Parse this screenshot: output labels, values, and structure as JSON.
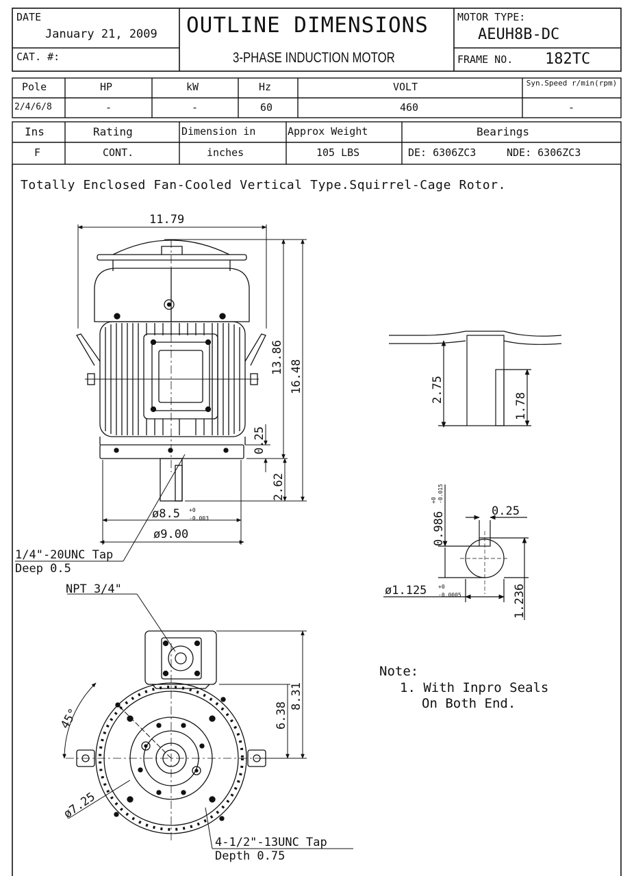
{
  "header": {
    "date_label": "DATE",
    "date_value": "January 21, 2009",
    "cat_label": "CAT. #:",
    "title": "OUTLINE DIMENSIONS",
    "subtitle": "3-PHASE INDUCTION MOTOR",
    "motor_type_label": "MOTOR TYPE:",
    "motor_type_value": "AEUH8B-DC",
    "frame_label": "FRAME NO.",
    "frame_value": "182TC"
  },
  "spec_table_1": {
    "headers": [
      "Pole",
      "HP",
      "kW",
      "Hz",
      "VOLT",
      "Syn.Speed r/min(rpm)"
    ],
    "values": [
      "2/4/6/8",
      "-",
      "-",
      "60",
      "460",
      "-"
    ]
  },
  "spec_table_2": {
    "headers": [
      "Ins",
      "Rating",
      "Dimension in",
      "Approx Weight",
      "Bearings"
    ],
    "values": [
      "F",
      "CONT.",
      "inches",
      "105 LBS",
      "DE: 6306ZC3",
      "NDE: 6306ZC3"
    ]
  },
  "description": "Totally Enclosed Fan-Cooled Vertical Type.Squirrel-Cage Rotor.",
  "dimensions": {
    "overall_width": "11.79",
    "height_motor": "13.86",
    "height_total": "16.48",
    "flange_thickness": "0.25",
    "shaft_extension": "2.62",
    "pilot_diameter": "ø8.5",
    "pilot_tolerance_upper": "+0",
    "pilot_tolerance_lower": "-0.003",
    "flange_diameter": "ø9.00",
    "tap_note_line1": "1/4\"-20UNC Tap",
    "tap_note_line2": "Deep 0.5",
    "npt_label": "NPT 3/4\"",
    "conduit_height_1": "6.38",
    "conduit_height_2": "8.31",
    "bolt_angle": "45°",
    "bolt_circle": "ø7.25",
    "bolt_tap_line1": "4-1/2\"-13UNC Tap",
    "bolt_tap_line2": "Depth 0.75",
    "key_length_total": "2.75",
    "key_length": "1.78",
    "keyway_width": "0.25",
    "shaft_key_depth": "0.986",
    "shaft_key_tol_upper": "+0",
    "shaft_key_tol_lower": "-0.015",
    "shaft_diameter": "ø1.125",
    "shaft_tol_upper": "+0",
    "shaft_tol_lower": "-0.0005",
    "shaft_key_height": "1.236"
  },
  "note": {
    "title": "Note:",
    "line1": "1. With Inpro Seals",
    "line2": "On Both End."
  }
}
